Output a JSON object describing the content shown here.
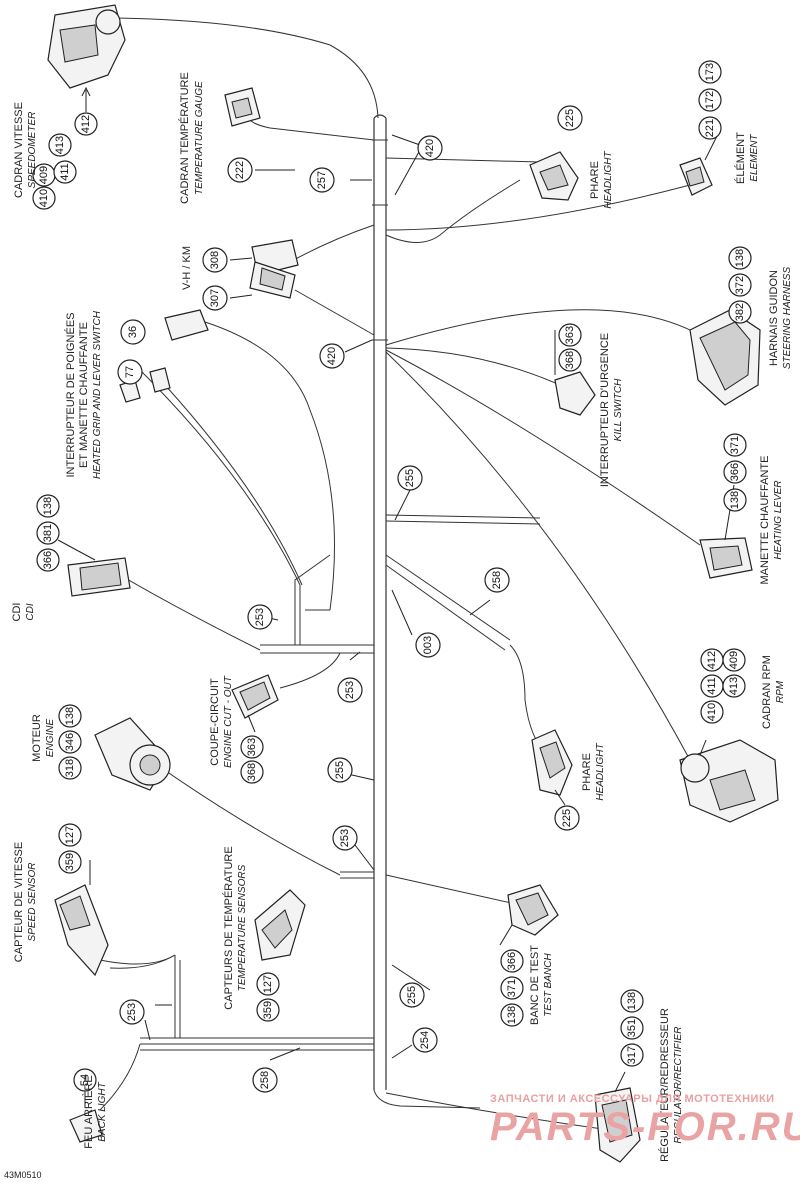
{
  "labels": {
    "cadran_vitesse_fr": "CADRAN VITESSE",
    "cadran_vitesse_en": "SPEEDOMETER",
    "cadran_temp_fr": "CADRAN TEMPÉRATURE",
    "cadran_temp_en": "TEMPERATURE GAUGE",
    "phare_top_fr": "PHARE",
    "phare_top_en": "HEADLIGHT",
    "element_fr": "ÉLÉMENT",
    "element_en": "ELEMENT",
    "harnais_fr": "HARNAIS GUIDON",
    "harnais_en": "STEERING HARNESS",
    "vkm": "V-H / KM",
    "interr_poignees_fr1": "INTERRUPTEUR DE POIGNÉES",
    "interr_poignees_fr2": "ET MANETTE CHAUFFANTE",
    "interr_poignees_en": "HEATED GRIP AND LEVER SWITCH",
    "interr_urgence_fr": "INTERRUPTEUR D'URGENCE",
    "interr_urgence_en": "KILL SWITCH",
    "manette_fr": "MANETTE CHAUFFANTE",
    "manette_en": "HEATING LEVER",
    "cdi_fr": "CDI",
    "cdi_en": "CDI",
    "coupe_fr": "COUPE-CIRCUIT",
    "coupe_en": "ENGINE CUT - OUT",
    "moteur_fr": "MOTEUR",
    "moteur_en": "ENGINE",
    "cadran_rpm_fr": "CADRAN RPM",
    "cadran_rpm_en": "RPM",
    "phare_fr": "PHARE",
    "phare_en": "HEADLIGHT",
    "capteur_vitesse_fr": "CAPTEUR DE VITESSE",
    "capteur_vitesse_en": "SPEED SENSOR",
    "capteurs_temp_fr": "CAPTEURS DE TEMPÉRATURE",
    "capteurs_temp_en": "TEMPERATURE SENSORS",
    "banc_fr": "BANC DE TEST",
    "banc_en": "TEST BANCH",
    "feu_fr": "FEU ARRIÈRE",
    "feu_en": "BACK LIGHT",
    "regulateur_fr": "RÉGULATEUR/REDRESSEUR",
    "regulateur_en": "REGULATOR/RECTIFIER"
  },
  "callouts": {
    "c409": "409",
    "c413": "413",
    "c410": "410",
    "c411": "411",
    "c412": "412",
    "c222": "222",
    "c420a": "420",
    "c257": "257",
    "c225a": "225",
    "c221": "221",
    "c172": "172",
    "c173": "173",
    "c308": "308",
    "c307": "307",
    "c420b": "420",
    "c382": "382",
    "c372": "372",
    "c138a": "138",
    "c36": "36",
    "c77": "77",
    "c363a": "363",
    "c368a": "368",
    "c255a": "255",
    "c138b": "138",
    "c366b": "366",
    "c371b": "371",
    "c366c": "366",
    "c381c": "381",
    "c138c": "138",
    "c258a": "258",
    "c003": "003",
    "c253a": "253",
    "c253b": "253",
    "c368d": "368",
    "c363d": "363",
    "c318": "318",
    "c346": "346",
    "c138e": "138",
    "c410f": "410",
    "c411f": "411",
    "c412f": "412",
    "c413f": "413",
    "c409f": "409",
    "c225b": "225",
    "c255b": "255",
    "c253c": "253",
    "c359g": "359",
    "c127g": "127",
    "c359h": "359",
    "c127h": "127",
    "c138i": "138",
    "c371i": "371",
    "c366i": "366",
    "c255c": "255",
    "c253d": "253",
    "c254": "254",
    "c258b": "258",
    "c54": "54",
    "c317": "317",
    "c351": "351",
    "c138j": "138"
  },
  "reference_code": "43M0510",
  "watermark": {
    "line1": "ЗАПЧАСТИ И АКСЕССУАРЫ ДЛЯ МОТОТЕХНИКИ",
    "line2": "PARTS-FOR.RU"
  }
}
